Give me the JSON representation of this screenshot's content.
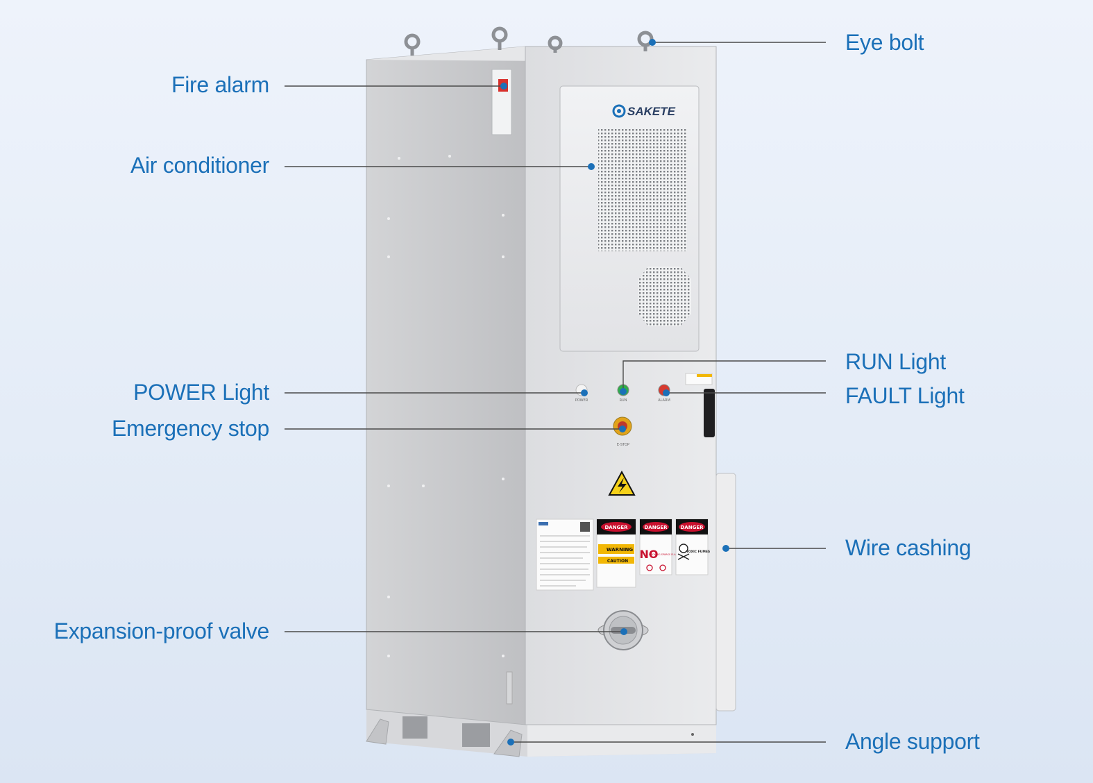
{
  "brand": {
    "name": "SAKETE"
  },
  "panel": {
    "power_label": "POWER",
    "run_label": "RUN",
    "alarm_label": "ALARM",
    "estop_label": "E-STOP"
  },
  "signs": {
    "danger_1": "DANGER",
    "danger_2": "DANGER",
    "danger_3": "DANGER",
    "warning": "WARNING",
    "caution": "CAUTION",
    "no": "NO",
    "no_detail": "SMOKING SPARKS FLAMES",
    "toxic": "TOXIC FUMES"
  },
  "callouts": {
    "eye_bolt": "Eye bolt",
    "fire_alarm": "Fire alarm",
    "air_conditioner": "Air conditioner",
    "run_light": "RUN Light",
    "fault_light": "FAULT Light",
    "power_light": "POWER Light",
    "emergency_stop": "Emergency stop",
    "wire_cashing": "Wire cashing",
    "expansion_valve": "Expansion-proof valve",
    "angle_support": "Angle support"
  },
  "colors": {
    "label": "#1b70b8",
    "leader_line": "#4a4a4a",
    "dot": "#1b70b8",
    "cabinet_side": "#c9cacc",
    "cabinet_front": "#e3e4e6",
    "run_green": "#2fae4a",
    "alarm_red": "#d63a2f",
    "danger_red": "#c8102e",
    "warning_yellow": "#f2b705"
  }
}
